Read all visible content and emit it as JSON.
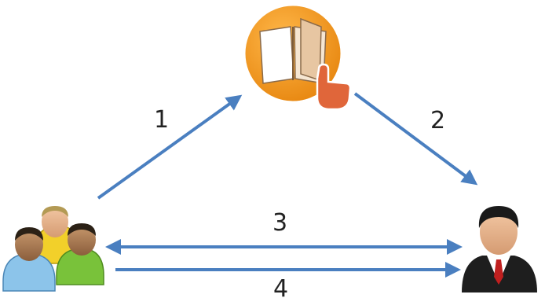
{
  "colors": {
    "arrow": "#4a7fc0",
    "book_badge": "#f39a1e",
    "cursor_hand": "#e0663a"
  },
  "nodes": {
    "group": {
      "icon": "user-group-icon"
    },
    "book": {
      "icon": "open-book-with-pointer-icon"
    },
    "person": {
      "icon": "businessman-icon"
    }
  },
  "steps": [
    "1",
    "2",
    "3",
    "4"
  ]
}
